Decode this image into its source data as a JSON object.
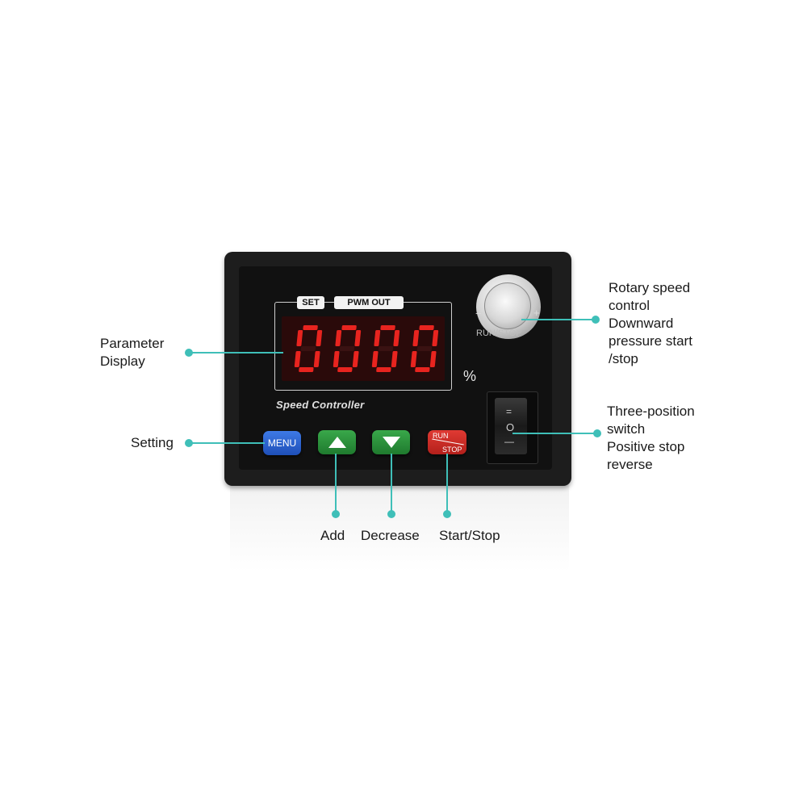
{
  "device": {
    "tag_set": "SET",
    "tag_pwm": "PWM OUT",
    "display_value": "0000",
    "unit": "%",
    "brand": "Speed Controller",
    "knob_label": "RUN/STOP",
    "knob_minus": "−",
    "knob_plus": "+",
    "switch_top": "=",
    "switch_mid": "O",
    "switch_bottom": "—",
    "buttons": {
      "menu": "MENU",
      "run": "RUN",
      "stop": "STOP"
    }
  },
  "callouts": {
    "rotary": [
      "Rotary speed",
      "control",
      "Downward",
      "pressure start",
      "/stop"
    ],
    "display": [
      "Parameter",
      "Display"
    ],
    "switch": [
      "Three-position",
      "switch",
      "Positive stop",
      "reverse"
    ],
    "setting": "Setting",
    "add": "Add",
    "decrease": "Decrease",
    "start_stop": "Start/Stop"
  },
  "colors": {
    "accent": "#3fbfb8",
    "led": "#e8241f",
    "menu": "#2b63d6",
    "arrow_buttons": "#2a8f3a",
    "run_stop": "#d32a24"
  }
}
